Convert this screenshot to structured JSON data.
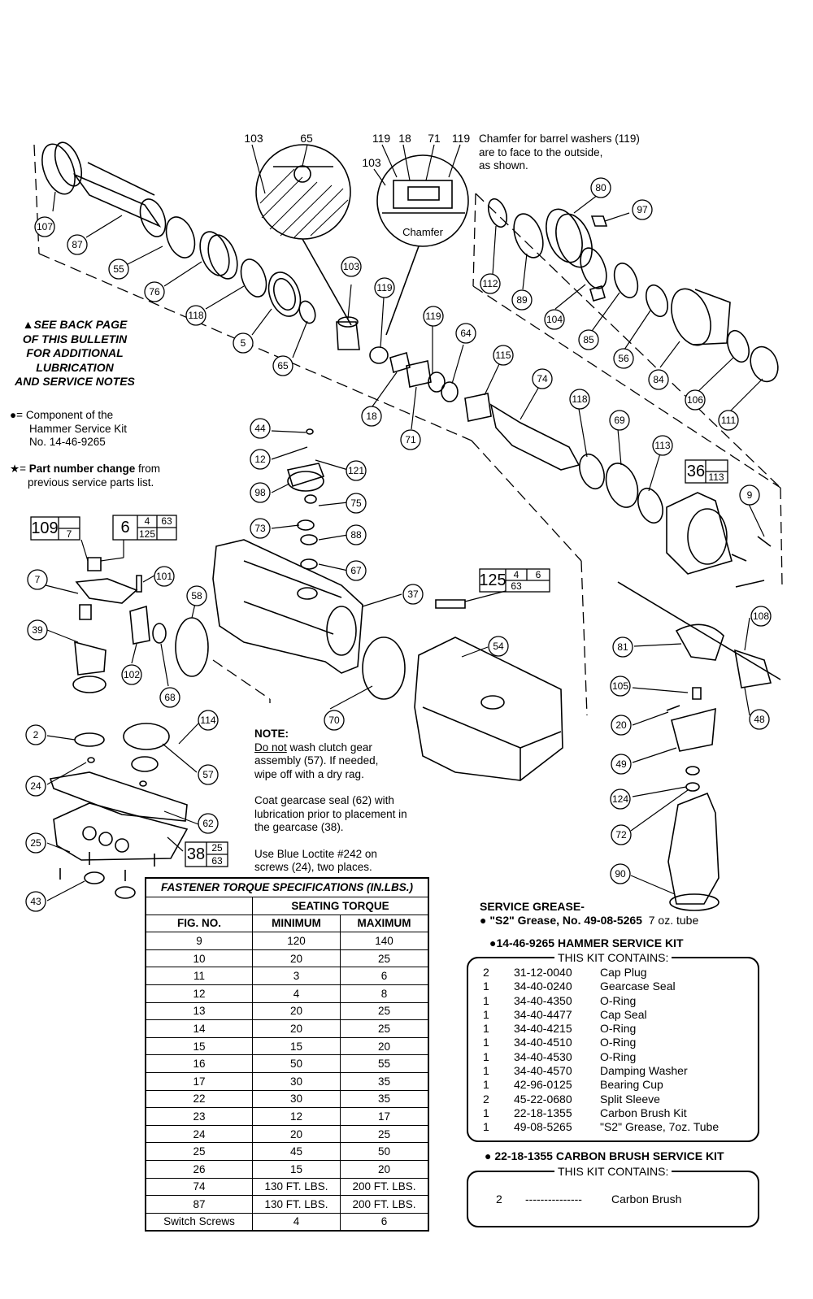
{
  "callouts": [
    {
      "id": "c107",
      "label": "107"
    },
    {
      "id": "c87",
      "label": "87"
    },
    {
      "id": "c55",
      "label": "55"
    },
    {
      "id": "c76",
      "label": "76"
    },
    {
      "id": "c118a",
      "label": "118"
    },
    {
      "id": "c5",
      "label": "5"
    },
    {
      "id": "c65",
      "label": "65"
    },
    {
      "id": "c103",
      "label": "103"
    },
    {
      "id": "c119a",
      "label": "119"
    },
    {
      "id": "c119b",
      "label": "119"
    },
    {
      "id": "c64",
      "label": "64"
    },
    {
      "id": "c18",
      "label": "18"
    },
    {
      "id": "c71",
      "label": "71"
    },
    {
      "id": "c115",
      "label": "115"
    },
    {
      "id": "c74",
      "label": "74"
    },
    {
      "id": "c118b",
      "label": "118"
    },
    {
      "id": "c69",
      "label": "69"
    },
    {
      "id": "c113",
      "label": "113"
    },
    {
      "id": "c112",
      "label": "112"
    },
    {
      "id": "c89",
      "label": "89"
    },
    {
      "id": "c80",
      "label": "80"
    },
    {
      "id": "c97",
      "label": "97"
    },
    {
      "id": "c104",
      "label": "104"
    },
    {
      "id": "c85",
      "label": "85"
    },
    {
      "id": "c56",
      "label": "56"
    },
    {
      "id": "c84",
      "label": "84"
    },
    {
      "id": "c106",
      "label": "106"
    },
    {
      "id": "c111",
      "label": "111"
    },
    {
      "id": "c9",
      "label": "9"
    },
    {
      "id": "c44",
      "label": "44"
    },
    {
      "id": "c12",
      "label": "12"
    },
    {
      "id": "c121",
      "label": "121"
    },
    {
      "id": "c98",
      "label": "98"
    },
    {
      "id": "c75",
      "label": "75"
    },
    {
      "id": "c73",
      "label": "73"
    },
    {
      "id": "c88",
      "label": "88"
    },
    {
      "id": "c67",
      "label": "67"
    },
    {
      "id": "c37",
      "label": "37"
    },
    {
      "id": "c7",
      "label": "7"
    },
    {
      "id": "c101",
      "label": "101"
    },
    {
      "id": "c58",
      "label": "58"
    },
    {
      "id": "c39",
      "label": "39"
    },
    {
      "id": "c102",
      "label": "102"
    },
    {
      "id": "c68",
      "label": "68"
    },
    {
      "id": "c54",
      "label": "54"
    },
    {
      "id": "c70",
      "label": "70"
    },
    {
      "id": "c108",
      "label": "108"
    },
    {
      "id": "c81",
      "label": "81"
    },
    {
      "id": "c105",
      "label": "105"
    },
    {
      "id": "c20",
      "label": "20"
    },
    {
      "id": "c48",
      "label": "48"
    },
    {
      "id": "c49",
      "label": "49"
    },
    {
      "id": "c124",
      "label": "124"
    },
    {
      "id": "c72",
      "label": "72"
    },
    {
      "id": "c90",
      "label": "90"
    },
    {
      "id": "c2",
      "label": "2"
    },
    {
      "id": "c114",
      "label": "114"
    },
    {
      "id": "c24",
      "label": "24"
    },
    {
      "id": "c57",
      "label": "57"
    },
    {
      "id": "c62",
      "label": "62"
    },
    {
      "id": "c25",
      "label": "25"
    },
    {
      "id": "c43",
      "label": "43"
    }
  ],
  "top_labels": {
    "l103a": "103",
    "l65a": "65",
    "l119a": "119",
    "l18a": "18",
    "l71a": "71",
    "l119b": "119",
    "l103b": "103",
    "chamfer": "Chamfer"
  },
  "chamfer_note": [
    "Chamfer for barrel washers (119)",
    "are to face to the outside,",
    "as shown."
  ],
  "see_back": [
    "▲SEE BACK PAGE",
    "OF THIS BULLETIN",
    "FOR ADDITIONAL",
    "LUBRICATION",
    "AND SERVICE NOTES"
  ],
  "legend_dot": {
    "symbol": "●=",
    "lines": [
      "Component of the",
      "Hammer Service Kit",
      "No. 14-46-9265"
    ]
  },
  "legend_star": {
    "symbol": "★=",
    "bold": "Part number change",
    "rest": " from",
    "line2": "previous service parts list."
  },
  "lube_boxes": {
    "b109": {
      "main": "109",
      "sub": "7"
    },
    "b6": {
      "main": "6",
      "a": "4",
      "b": "63",
      "c": "125"
    },
    "b36": {
      "main": "36",
      "sub": "113"
    },
    "b125": {
      "main": "125",
      "a": "4",
      "b": "6",
      "c": "63"
    },
    "b38": {
      "main": "38",
      "a": "25",
      "b": "63"
    }
  },
  "note": {
    "title": "NOTE:",
    "p1_u": "Do not",
    "p1": " wash clutch gear",
    "p1b": "assembly (57). If needed,",
    "p1c": "wipe off with a dry rag.",
    "p2": [
      "Coat gearcase seal (62) with",
      "lubrication prior to placement in",
      "the gearcase (38)."
    ],
    "p3": [
      "Use Blue Loctite #242 on",
      "screws (24), two places."
    ]
  },
  "torque": {
    "title": "FASTENER TORQUE SPECIFICATIONS (IN.LBS.)",
    "group": "SEATING TORQUE",
    "headers": [
      "FIG. NO.",
      "MINIMUM",
      "MAXIMUM"
    ],
    "rows": [
      [
        "9",
        "120",
        "140"
      ],
      [
        "10",
        "20",
        "25"
      ],
      [
        "11",
        "3",
        "6"
      ],
      [
        "12",
        "4",
        "8"
      ],
      [
        "13",
        "20",
        "25"
      ],
      [
        "14",
        "20",
        "25"
      ],
      [
        "15",
        "15",
        "20"
      ],
      [
        "16",
        "50",
        "55"
      ],
      [
        "17",
        "30",
        "35"
      ],
      [
        "22",
        "30",
        "35"
      ],
      [
        "23",
        "12",
        "17"
      ],
      [
        "24",
        "20",
        "25"
      ],
      [
        "25",
        "45",
        "50"
      ],
      [
        "26",
        "15",
        "20"
      ],
      [
        "74",
        "130 FT. LBS.",
        "200 FT. LBS."
      ],
      [
        "87",
        "130 FT. LBS.",
        "200 FT. LBS."
      ],
      [
        "Switch Screws",
        "4",
        "6"
      ]
    ]
  },
  "grease": {
    "title": "SERVICE GREASE-",
    "bullet": "●",
    "name": "\"S2\" Grease, No. 49-08-5265",
    "size": "7 oz. tube"
  },
  "hammer_kit": {
    "title": "●14-46-9265 HAMMER SERVICE KIT",
    "contains": "THIS KIT CONTAINS:",
    "items": [
      [
        "2",
        "31-12-0040",
        "Cap Plug"
      ],
      [
        "1",
        "34-40-0240",
        "Gearcase Seal"
      ],
      [
        "1",
        "34-40-4350",
        "O-Ring"
      ],
      [
        "1",
        "34-40-4477",
        "Cap Seal"
      ],
      [
        "1",
        "34-40-4215",
        "O-Ring"
      ],
      [
        "1",
        "34-40-4510",
        "O-Ring"
      ],
      [
        "1",
        "34-40-4530",
        "O-Ring"
      ],
      [
        "1",
        "34-40-4570",
        "Damping Washer"
      ],
      [
        "1",
        "42-96-0125",
        "Bearing Cup"
      ],
      [
        "2",
        "45-22-0680",
        "Split Sleeve"
      ],
      [
        "1",
        "22-18-1355",
        "Carbon Brush Kit"
      ],
      [
        "1",
        "49-08-5265",
        "\"S2\" Grease, 7oz. Tube"
      ]
    ]
  },
  "brush_kit": {
    "title": "● 22-18-1355 CARBON BRUSH SERVICE KIT",
    "contains": "THIS KIT CONTAINS:",
    "item": {
      "qty": "2",
      "part": "---------------",
      "desc": "Carbon Brush"
    }
  }
}
